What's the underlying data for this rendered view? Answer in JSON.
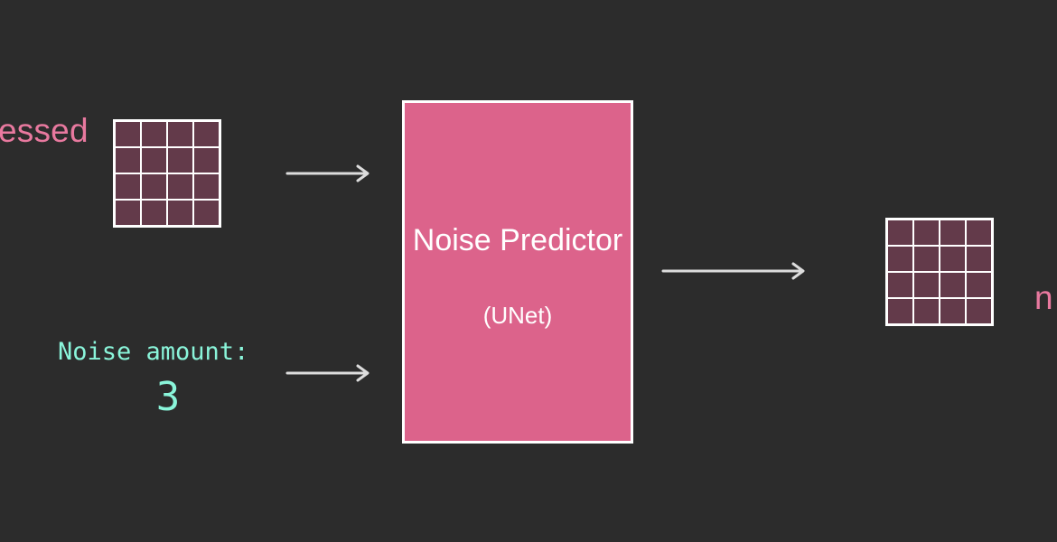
{
  "diagram": {
    "left_label": "essed",
    "right_label": "n",
    "noise_label": "Noise amount:",
    "noise_value": "3",
    "predictor_title": "Noise Predictor",
    "predictor_subtitle": "(UNet)",
    "colors": {
      "background": "#2c2c2c",
      "pink_label": "#e8799f",
      "predictor_fill": "#dc638b",
      "grid_cell": "#633a4a",
      "grid_line": "#ffffff",
      "mono_text": "#8af5da",
      "arrow": "#dddddd"
    }
  }
}
